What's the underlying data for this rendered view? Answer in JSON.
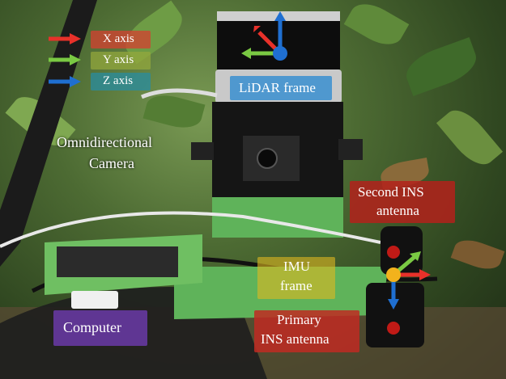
{
  "legend": {
    "x_axis": "X axis",
    "y_axis": "Y axis",
    "z_axis": "Z axis",
    "x_color": "#e8312a",
    "y_color": "#7ac943",
    "z_color": "#1f6fd1"
  },
  "labels": {
    "lidar_frame": "LiDAR frame",
    "omni_camera_line1": "Omnidirectional",
    "omni_camera_line2": "Camera",
    "second_ins_line1": "Second INS",
    "second_ins_line2": "antenna",
    "imu_line1": "IMU",
    "imu_line2": "frame",
    "computer": "Computer",
    "primary_ins_line1": "Primary",
    "primary_ins_line2": "INS antenna"
  },
  "colors": {
    "lidar_box": "#3a8fd0",
    "second_ins_box": "#b3211b",
    "imu_box": "#e0b81f",
    "computer_box": "#6a3aa8",
    "primary_ins_box": "#c02a22",
    "green_mount": "#5fb35a"
  }
}
